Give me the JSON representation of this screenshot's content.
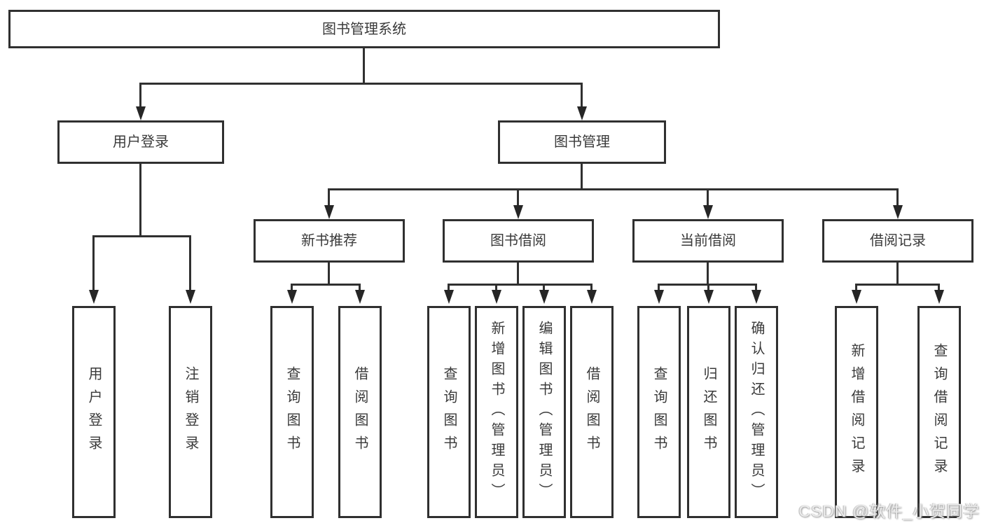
{
  "tree": {
    "root": {
      "label": "图书管理系统"
    },
    "branches": [
      {
        "label": "用户登录",
        "children": [
          {
            "label": "用户登录"
          },
          {
            "label": "注销登录"
          }
        ]
      },
      {
        "label": "图书管理",
        "children": [
          {
            "label": "新书推荐",
            "children": [
              {
                "label": "查询图书"
              },
              {
                "label": "借阅图书"
              }
            ]
          },
          {
            "label": "图书借阅",
            "children": [
              {
                "label": "查询图书"
              },
              {
                "label": "新增图书（管理员）"
              },
              {
                "label": "编辑图书（管理员）"
              },
              {
                "label": "借阅图书"
              }
            ]
          },
          {
            "label": "当前借阅",
            "children": [
              {
                "label": "查询图书"
              },
              {
                "label": "归还图书"
              },
              {
                "label": "确认归还（管理员）"
              }
            ]
          },
          {
            "label": "借阅记录",
            "children": [
              {
                "label": "新增借阅记录"
              },
              {
                "label": "查询借阅记录"
              }
            ]
          }
        ]
      }
    ]
  },
  "watermark": {
    "text": "CSDN @软件_小贺同学"
  },
  "colors": {
    "line": "#303030",
    "text": "#3a3a3a",
    "background": "#ffffff"
  }
}
